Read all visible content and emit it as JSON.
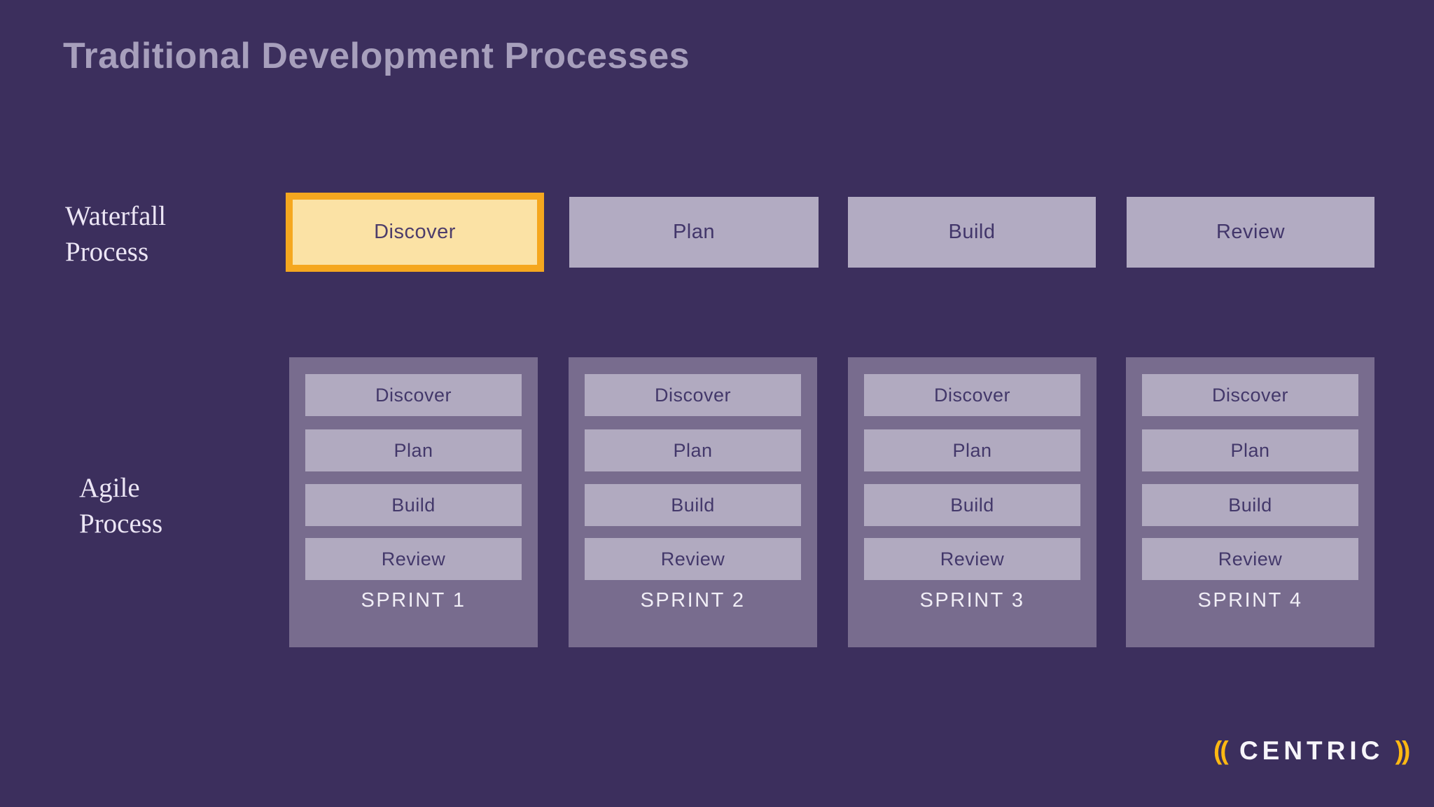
{
  "title": "Traditional Development Processes",
  "waterfall": {
    "label": "Waterfall\nProcess",
    "stages": [
      {
        "label": "Discover",
        "highlighted": true
      },
      {
        "label": "Plan",
        "highlighted": false
      },
      {
        "label": "Build",
        "highlighted": false
      },
      {
        "label": "Review",
        "highlighted": false
      }
    ]
  },
  "agile": {
    "label": "Agile\nProcess",
    "sprints": [
      {
        "name": "SPRINT 1",
        "stages": [
          "Discover",
          "Plan",
          "Build",
          "Review"
        ]
      },
      {
        "name": "SPRINT 2",
        "stages": [
          "Discover",
          "Plan",
          "Build",
          "Review"
        ]
      },
      {
        "name": "SPRINT 3",
        "stages": [
          "Discover",
          "Plan",
          "Build",
          "Review"
        ]
      },
      {
        "name": "SPRINT 4",
        "stages": [
          "Discover",
          "Plan",
          "Build",
          "Review"
        ]
      }
    ]
  },
  "logo": {
    "left_parens": "((",
    "text": "CENTRIC",
    "right_parens": "))"
  },
  "colors": {
    "background": "#3c2f5d",
    "title_text": "#a79fbc",
    "side_label_text": "#ece6f5",
    "stage_box_fill": "#b2abc2",
    "stage_box_text": "#42366a",
    "highlight_fill": "#fbe2a5",
    "highlight_border": "#f5a71f",
    "sprint_panel_fill": "#786c8e",
    "sprint_name_text": "#f1eef6",
    "logo_paren": "#fdb813",
    "logo_text": "#f7f5fa"
  }
}
